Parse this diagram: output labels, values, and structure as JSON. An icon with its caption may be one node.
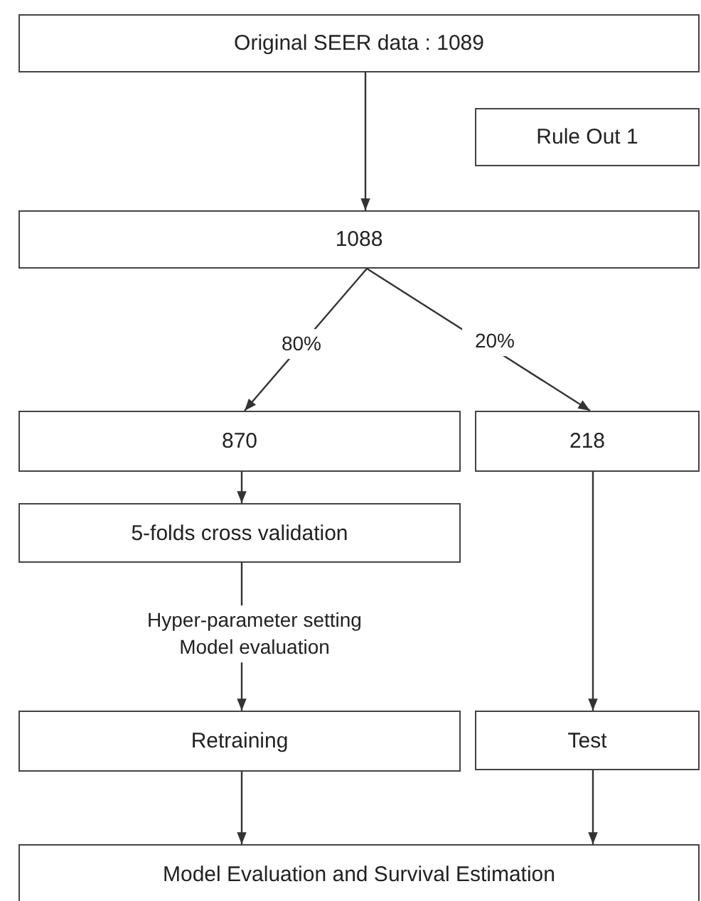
{
  "diagram": {
    "nodes": [
      {
        "text": [
          "Original SEER data : 1089"
        ]
      },
      {
        "text": [
          "Rule Out 1"
        ]
      },
      {
        "text": [
          "1088"
        ]
      },
      {
        "text": [
          "870"
        ]
      },
      {
        "text": [
          "218"
        ]
      },
      {
        "text": [
          "5-folds cross validation"
        ]
      },
      {
        "text": [
          "Retraining"
        ]
      },
      {
        "text": [
          "Test"
        ]
      },
      {
        "text": [
          "Model Evaluation and Survival Estimation"
        ]
      }
    ],
    "edges": [
      {
        "from": 0,
        "to": 2,
        "arrow": "to"
      },
      {
        "from": 2,
        "to": 3,
        "arrow": "to",
        "label": "80%"
      },
      {
        "from": 2,
        "to": 4,
        "arrow": "to",
        "label": "20%"
      },
      {
        "from": 3,
        "to": 5,
        "arrow": "to"
      },
      {
        "from": 5,
        "to": 6,
        "arrow": "to",
        "label": "Hyper-parameter setting Model evaluation"
      },
      {
        "from": 4,
        "to": 7,
        "arrow": "to"
      },
      {
        "from": 6,
        "to": 8,
        "arrow": "to"
      },
      {
        "from": 7,
        "to": 8,
        "arrow": "to"
      }
    ]
  }
}
